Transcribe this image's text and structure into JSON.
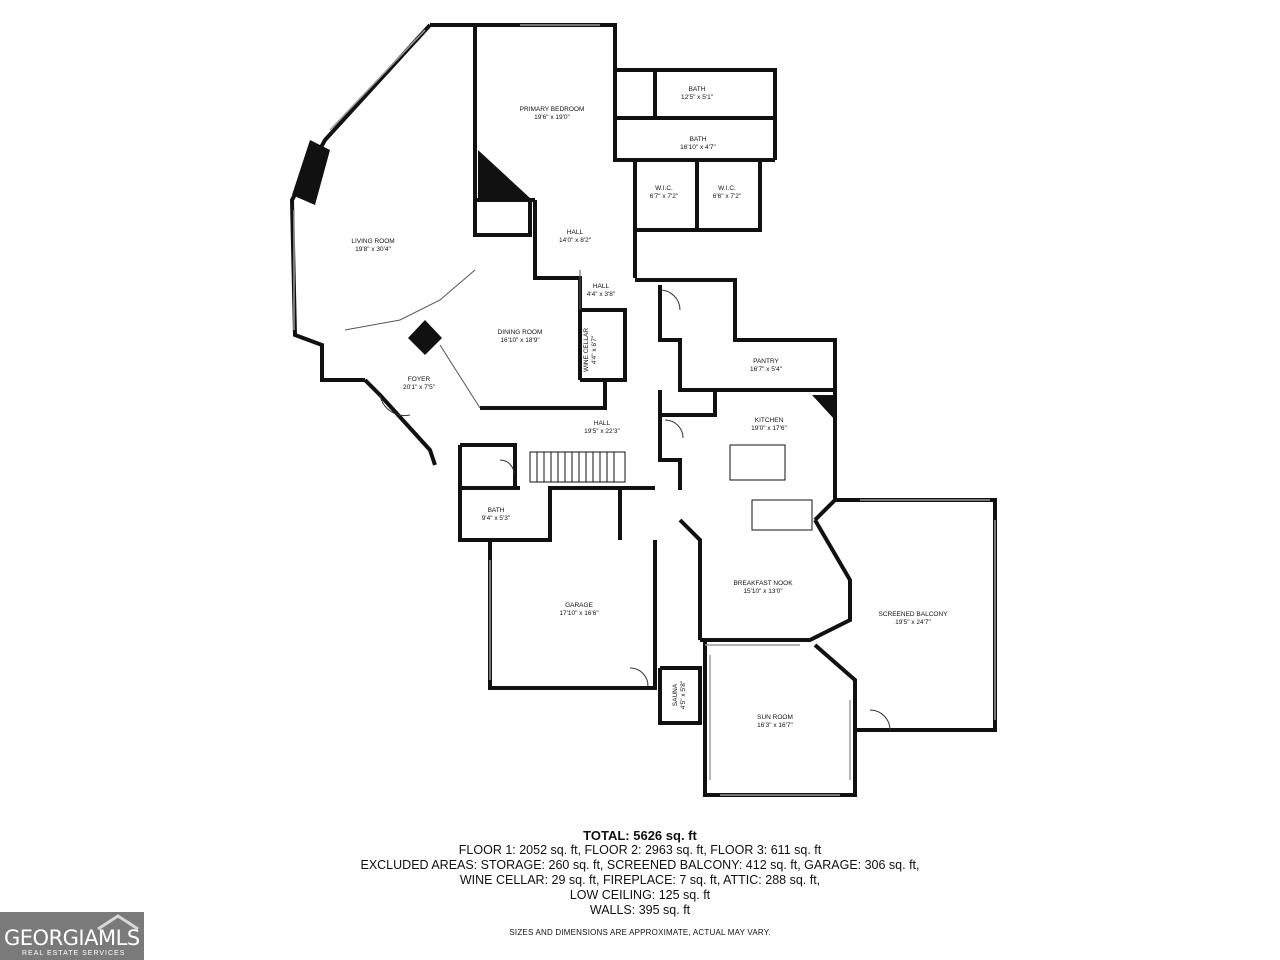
{
  "rooms": {
    "primary_bedroom": {
      "name": "PRIMARY BEDROOM",
      "dims": "19'6\" x 19'0\""
    },
    "bath_1": {
      "name": "BATH",
      "dims": "12'5\" x 5'1\""
    },
    "bath_2": {
      "name": "BATH",
      "dims": "16'10\" x 4'7\""
    },
    "wic_1": {
      "name": "W.I.C.",
      "dims": "6'7\" x 7'2\""
    },
    "wic_2": {
      "name": "W.I.C.",
      "dims": "6'6\" x 7'2\""
    },
    "living_room": {
      "name": "LIVING ROOM",
      "dims": "19'8\" x 30'4\""
    },
    "hall_1": {
      "name": "HALL",
      "dims": "14'0\" x 8'2\""
    },
    "hall_2": {
      "name": "HALL",
      "dims": "4'4\" x 3'8\""
    },
    "dining_room": {
      "name": "DINING ROOM",
      "dims": "16'10\" x 18'9\""
    },
    "wine_cellar": {
      "name": "WINE CELLAR",
      "dims": "4'4\" x 6'7\""
    },
    "pantry": {
      "name": "PANTRY",
      "dims": "16'7\" x 5'4\""
    },
    "foyer": {
      "name": "FOYER",
      "dims": "20'1\" x 7'5\""
    },
    "kitchen": {
      "name": "KITCHEN",
      "dims": "19'0\" x 17'6\""
    },
    "hall_3": {
      "name": "HALL",
      "dims": "19'5\" x 22'3\""
    },
    "bath_3": {
      "name": "BATH",
      "dims": "9'4\" x 5'3\""
    },
    "garage": {
      "name": "GARAGE",
      "dims": "17'10\" x 16'6\""
    },
    "breakfast_nook": {
      "name": "BREAKFAST NOOK",
      "dims": "15'10\" x 13'0\""
    },
    "screened_balcony": {
      "name": "SCREENED BALCONY",
      "dims": "19'5\" x 24'7\""
    },
    "sauna": {
      "name": "SAUNA",
      "dims": "4'5\" x 5'8\""
    },
    "sun_room": {
      "name": "SUN ROOM",
      "dims": "16'3\" x 16'7\""
    }
  },
  "summary": {
    "total": "TOTAL: 5626 sq. ft",
    "line1": "FLOOR 1: 2052 sq. ft, FLOOR 2: 2963 sq. ft, FLOOR 3: 611 sq. ft",
    "line2": "EXCLUDED AREAS: STORAGE: 260 sq. ft, SCREENED BALCONY: 412 sq. ft, GARAGE: 306 sq. ft,",
    "line3": "WINE CELLAR: 29 sq. ft, FIREPLACE: 7 sq. ft, ATTIC: 288 sq. ft,",
    "line4": "LOW CEILING: 125 sq. ft",
    "line5": "WALLS: 395 sq. ft"
  },
  "disclaimer": "SIZES AND DIMENSIONS ARE APPROXIMATE, ACTUAL MAY VARY.",
  "logo": {
    "brand": "GEORGIAMLS",
    "sub": "REAL ESTATE SERVICES"
  },
  "colors": {
    "wall": "#111111",
    "window": "#9a9a9a",
    "logo_bg": "#7a7a7a"
  }
}
